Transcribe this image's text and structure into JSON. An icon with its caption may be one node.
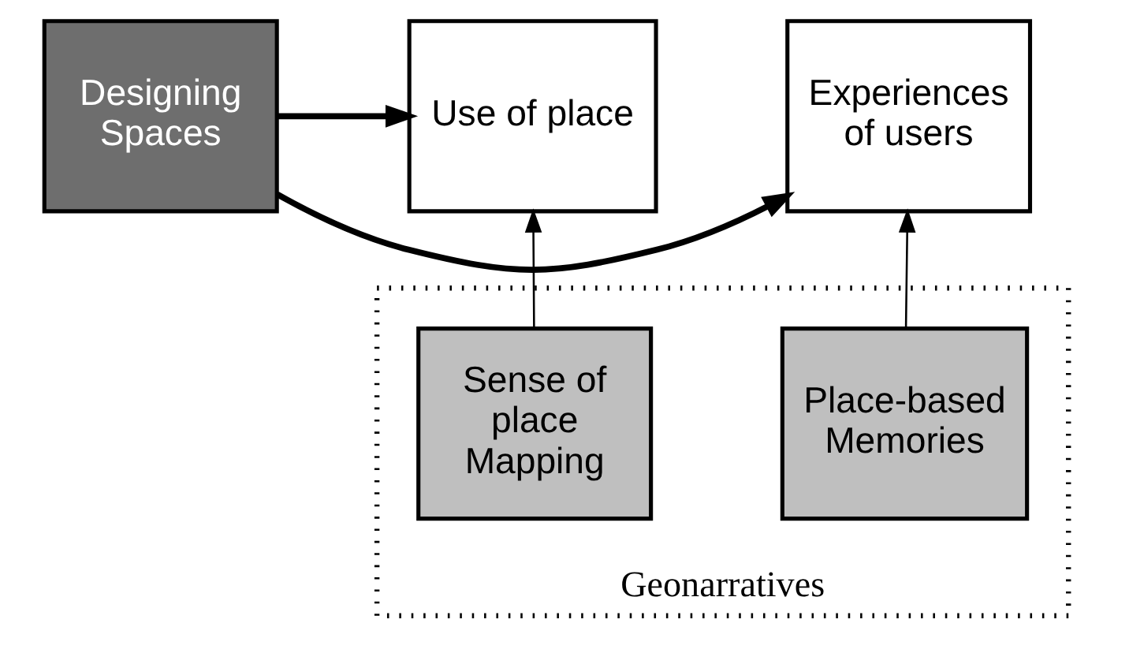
{
  "diagram": {
    "nodes": [
      {
        "text": [
          "Experiences of users"
        ]
      },
      {
        "text": [
          "Designing Spaces"
        ]
      },
      {
        "text": [
          "Use of place"
        ]
      },
      {
        "text": [
          "Geonarratives"
        ]
      },
      {
        "text": [
          "Place-based Memories"
        ],
        "in": 3
      },
      {
        "text": [
          "Sense of place Mapping"
        ],
        "in": 3
      }
    ],
    "edges": [
      {
        "from": 1,
        "to": 0,
        "arrow": "to",
        "style": "thick"
      },
      {
        "from": 1,
        "to": 2,
        "arrow": "to",
        "style": "thick"
      },
      {
        "from": 4,
        "to": 0,
        "arrow": "to"
      },
      {
        "from": 5,
        "to": 2,
        "arrow": "to"
      }
    ]
  }
}
